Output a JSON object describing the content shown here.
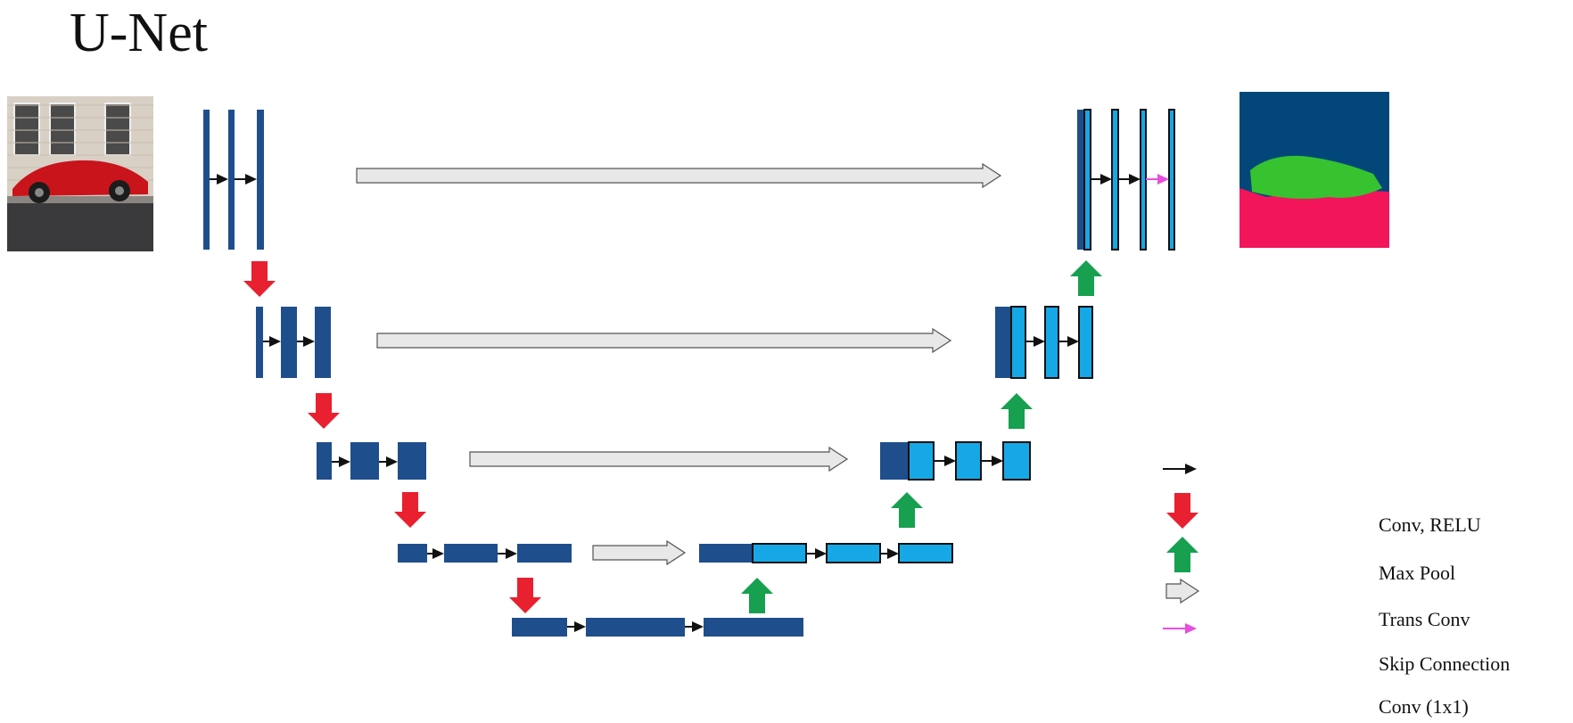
{
  "title": "U-Net",
  "colors": {
    "encoder_block": "#1f4e8c",
    "decoder_block": "#16a8e6",
    "max_pool": "#e8202f",
    "trans_conv": "#16a050",
    "skip_fill": "#e8e8e8",
    "conv_1x1": "#e84de0",
    "sky_class": "#03477a",
    "car_class": "#36c32f",
    "road_class": "#f2155a"
  },
  "legend": [
    {
      "icon": "conv-relu-arrow-icon",
      "label": "Conv, RELU"
    },
    {
      "icon": "max-pool-arrow-icon",
      "label": "Max Pool"
    },
    {
      "icon": "trans-conv-arrow-icon",
      "label": "Trans Conv"
    },
    {
      "icon": "skip-connection-arrow-icon",
      "label": "Skip Connection"
    },
    {
      "icon": "conv-1x1-arrow-icon",
      "label": "Conv (1x1)"
    }
  ],
  "input_image": {
    "icon": "red-car-photo-icon"
  },
  "output_image": {
    "icon": "segmentation-mask-icon"
  }
}
